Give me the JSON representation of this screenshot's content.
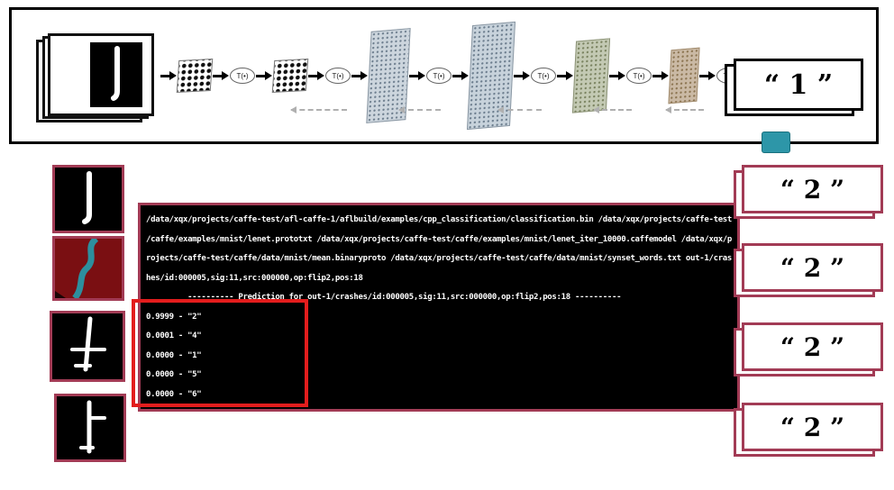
{
  "figure": {
    "transform_label": "T(•)"
  },
  "pipeline": {
    "output_label": "“ 1 ”"
  },
  "console": {
    "lines": [
      "/data/xqx/projects/caffe-test/afl-caffe-1/aflbuild/examples/cpp_classification/classification.bin /data/xqx/projects/caffe-test",
      "/caffe/examples/mnist/lenet.prototxt /data/xqx/projects/caffe-test/caffe/examples/mnist/lenet_iter_10000.caffemodel /data/xqx/p",
      "rojects/caffe-test/caffe/data/mnist/mean.binaryproto /data/xqx/projects/caffe-test/caffe/data/mnist/synset_words.txt out-1/cras",
      "hes/id:000005,sig:11,src:000000,op:flip2,pos:18",
      "         ---------- Prediction for out-1/crashes/id:000005,sig:11,src:000000,op:flip2,pos:18 ----------",
      "0.9999 - \"2\"",
      "0.0001 - \"4\"",
      "0.0000 - \"1\"",
      "0.0000 - \"5\"",
      "0.0000 - \"6\""
    ]
  },
  "result_cards": {
    "labels": [
      "“ 2 ”",
      "“ 2 ”",
      "“ 2 ”",
      "“ 2 ”"
    ]
  },
  "colors": {
    "card_border": "#a23b55",
    "highlight_red": "#e31d1d",
    "console_bg": "#000000",
    "console_text": "#ffffff",
    "teal": "#2d96a8",
    "diff_image_bg": "#7a0f12"
  }
}
